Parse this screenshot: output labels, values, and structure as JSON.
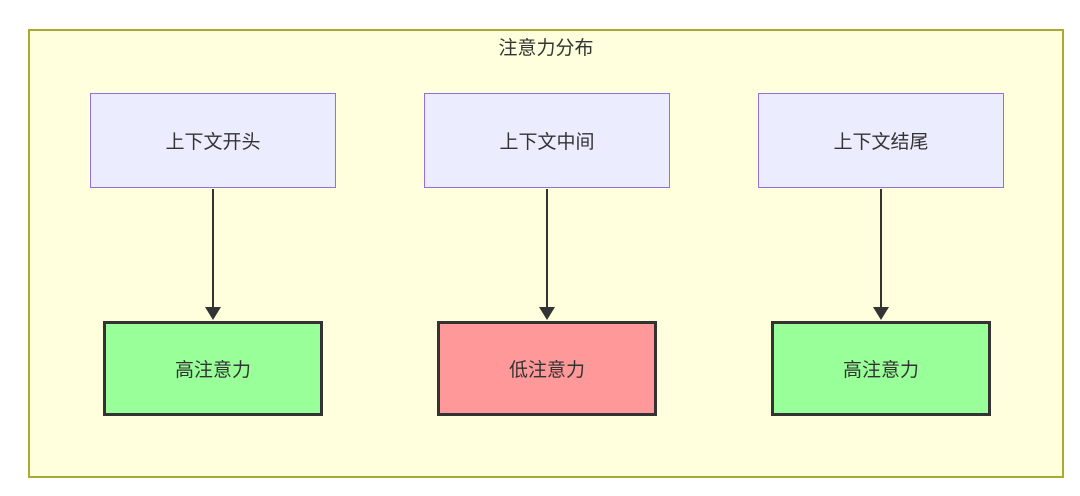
{
  "diagram": {
    "title": "注意力分布",
    "top_nodes": [
      {
        "label": "上下文开头"
      },
      {
        "label": "上下文中间"
      },
      {
        "label": "上下文结尾"
      }
    ],
    "bottom_nodes": [
      {
        "label": "高注意力",
        "level": "high"
      },
      {
        "label": "低注意力",
        "level": "low"
      },
      {
        "label": "高注意力",
        "level": "high"
      }
    ],
    "edges": [
      {
        "from": "上下文开头",
        "to": "高注意力"
      },
      {
        "from": "上下文中间",
        "to": "低注意力"
      },
      {
        "from": "上下文结尾",
        "to": "高注意力"
      }
    ],
    "colors": {
      "container_fill": "#ffffde",
      "container_border": "#aaaa33",
      "context_node_fill": "#ececff",
      "context_node_border": "#9370db",
      "high_attention_fill": "#99ff99",
      "low_attention_fill": "#ff9999",
      "result_node_border": "#333333",
      "text": "#333333",
      "arrow": "#333333"
    }
  }
}
